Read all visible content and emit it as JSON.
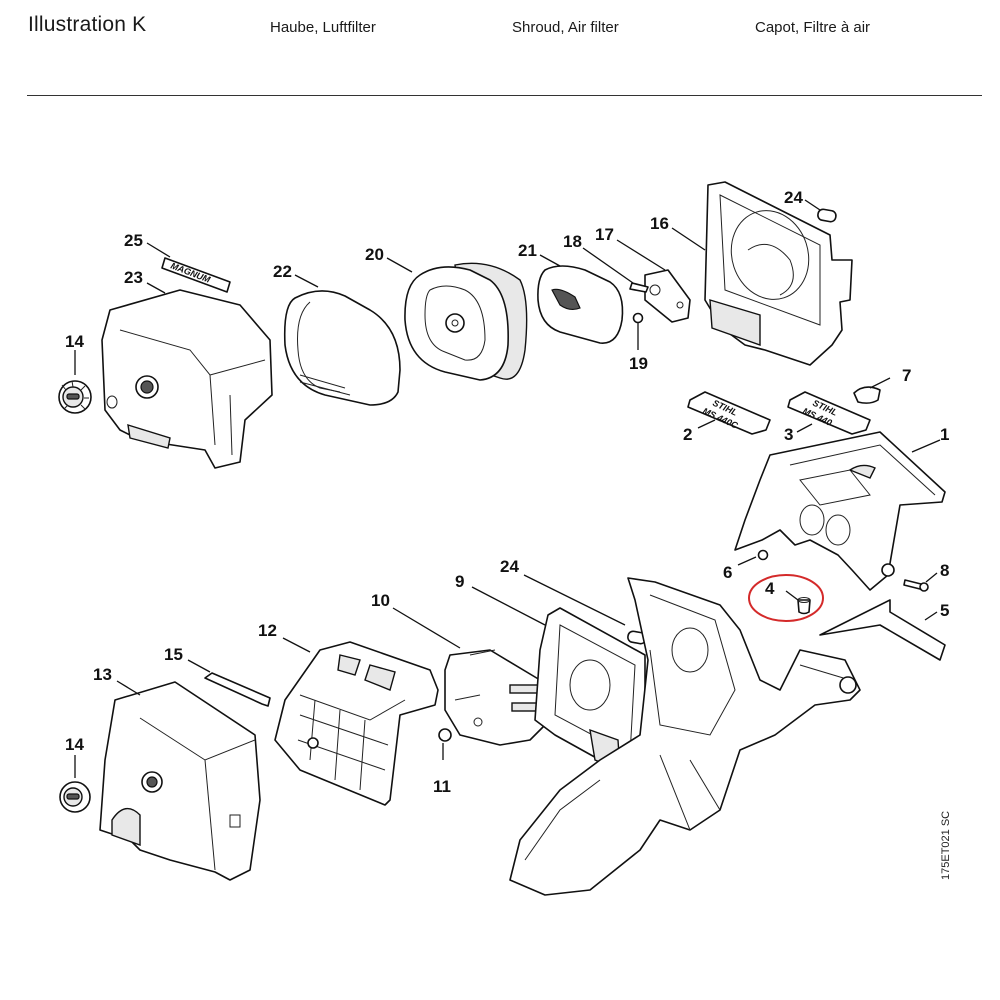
{
  "header": {
    "title": "Illustration  K",
    "german": "Haube, Luftfilter",
    "english": "Shroud, Air filter",
    "french": "Capot, Filtre à air"
  },
  "reference_code": "175ET021 SC",
  "highlight": {
    "part_number": "4",
    "color": "#d42a2a"
  },
  "labels": {
    "magnum_badge": "MAGNUM",
    "badge_2_line1": "STIHL",
    "badge_2_line2": "MS 440C",
    "badge_3_line1": "STIHL",
    "badge_3_line2": "MS 440"
  },
  "callouts": {
    "p1": "1",
    "p2": "2",
    "p3": "3",
    "p4": "4",
    "p5": "5",
    "p6": "6",
    "p7": "7",
    "p8": "8",
    "p9": "9",
    "p10": "10",
    "p11": "11",
    "p12": "12",
    "p13": "13",
    "p14a": "14",
    "p14b": "14",
    "p15": "15",
    "p16": "16",
    "p17": "17",
    "p18": "18",
    "p19": "19",
    "p20": "20",
    "p21": "21",
    "p22": "22",
    "p23": "23",
    "p24a": "24",
    "p24b": "24",
    "p25": "25"
  }
}
